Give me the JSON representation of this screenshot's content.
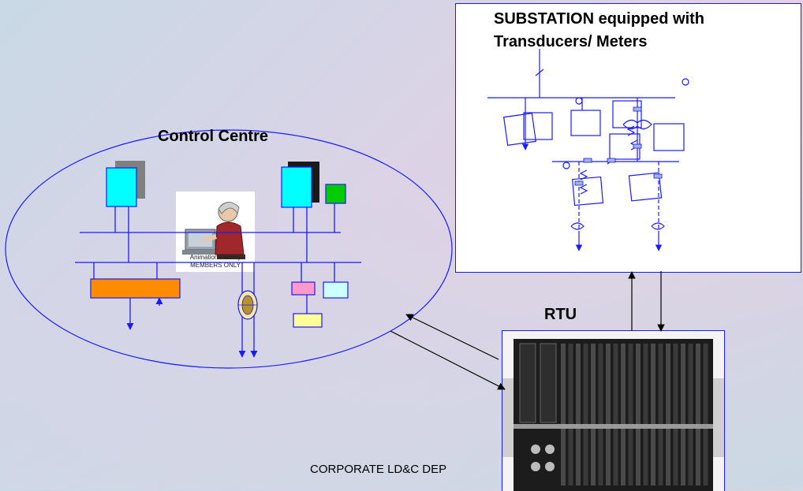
{
  "diagram": {
    "control_centre_label": "Control Centre",
    "substation_label": "SUBSTATION equipped with Transducers/ Meters",
    "rtu_label": "RTU",
    "footer_text": "CORPORATE LD&C DEP",
    "operator_caption": "Animation Factory MEMBERS ONLY"
  },
  "colors": {
    "line": "#1a1aff",
    "workstation": "#00ffff",
    "shadow": "#808080",
    "green_box": "#00cc00",
    "orange_box": "#ff8c00",
    "pink_box": "#ff99cc",
    "light_cyan_box": "#ccffff",
    "yellow_box": "#ffff99"
  }
}
